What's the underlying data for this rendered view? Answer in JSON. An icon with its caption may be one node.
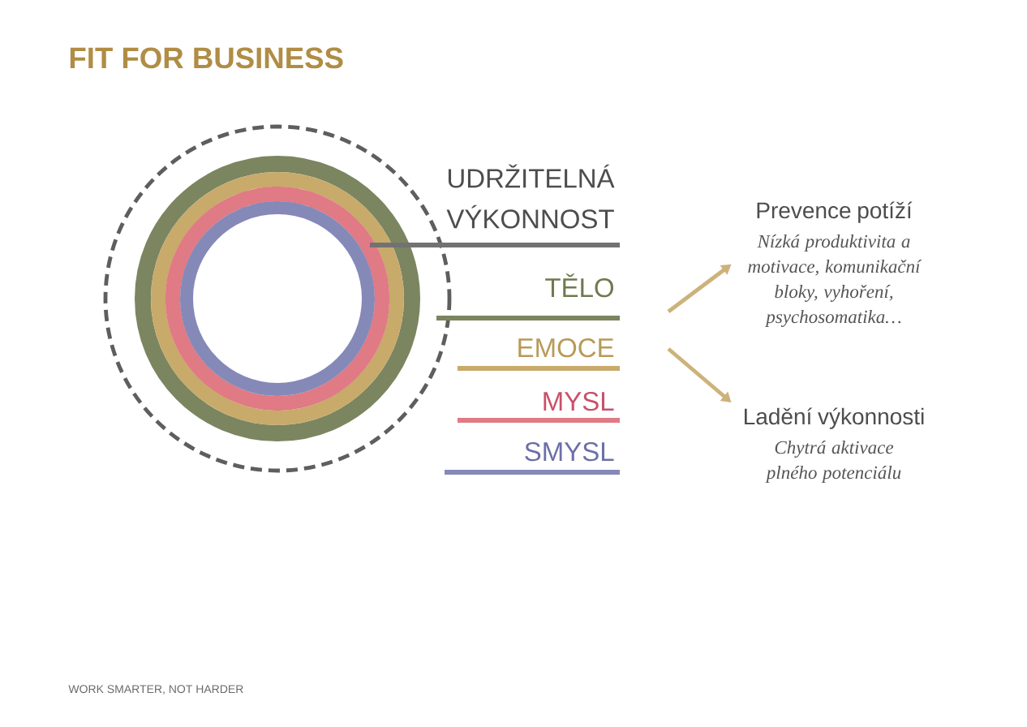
{
  "diagram": {
    "title": "FIT FOR BUSINESS",
    "nodes": [
      {
        "text": [
          "Prevence potíží",
          "Nízká produktivita a motivace, komunikační bloky, vyhoření, psychosomatika…"
        ]
      },
      {
        "text": [
          "Ladění výkonnosti",
          "Chytrá aktivace plného potenciálu"
        ]
      }
    ],
    "edges": [
      {
        "from": null,
        "to": 0,
        "arrow": "to"
      },
      {
        "from": null,
        "to": 1,
        "arrow": "to"
      }
    ],
    "labels": [
      "UDRŽITELNÁ VÝKONNOST",
      "TĚLO",
      "EMOCE",
      "MYSL",
      "SMYSL",
      "WORK SMARTER, NOT HARDER"
    ]
  }
}
